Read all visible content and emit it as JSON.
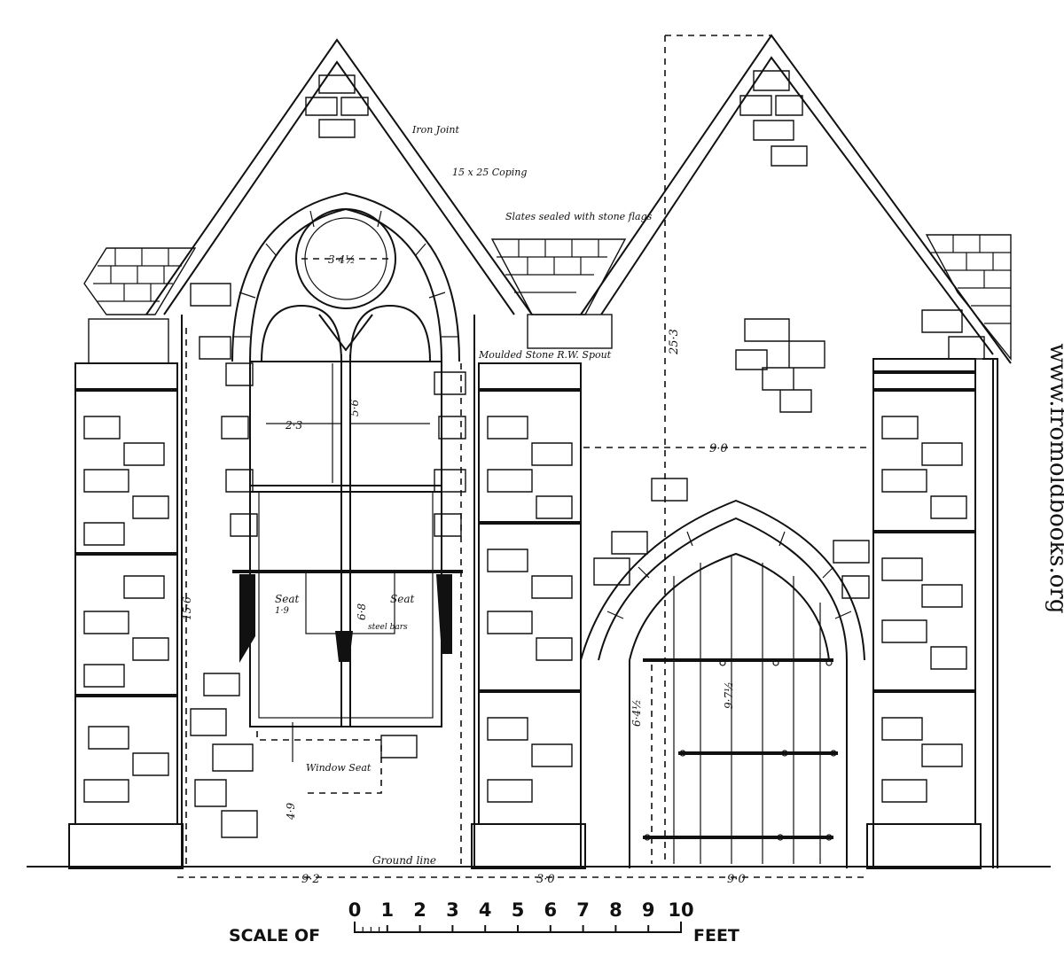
{
  "annotations": {
    "coping_joint": "Iron Joint",
    "coping_size": "15 x 25 Coping",
    "slated": "Slates sealed with stone flags",
    "rainwater": "Moulded Stone R.W. Spout",
    "rose_dim": "3·4½",
    "light_width": "2·3",
    "light_height": "5·6",
    "pier_height": "15·6",
    "seat_left": "Seat",
    "seat_left_dim": "1·9",
    "seat_right": "Seat",
    "seat_center_dim": "6·8",
    "steel_bars": "steel bars",
    "window_seat": "Window Seat",
    "window_seat_height": "4·9",
    "gable_height": "25·3",
    "door_wall_width": "9·0",
    "door_height": "9·7½",
    "door_jamb": "6·4½",
    "ground_line": "Ground line",
    "base_left": "9·2",
    "base_mid": "3·0",
    "base_right": "9·0"
  },
  "scale": {
    "prefix": "SCALE OF",
    "suffix": "FEET",
    "ticks": [
      "0",
      "1",
      "2",
      "3",
      "4",
      "5",
      "6",
      "7",
      "8",
      "9",
      "10"
    ]
  },
  "watermark": "www.fromoldbooks.org"
}
